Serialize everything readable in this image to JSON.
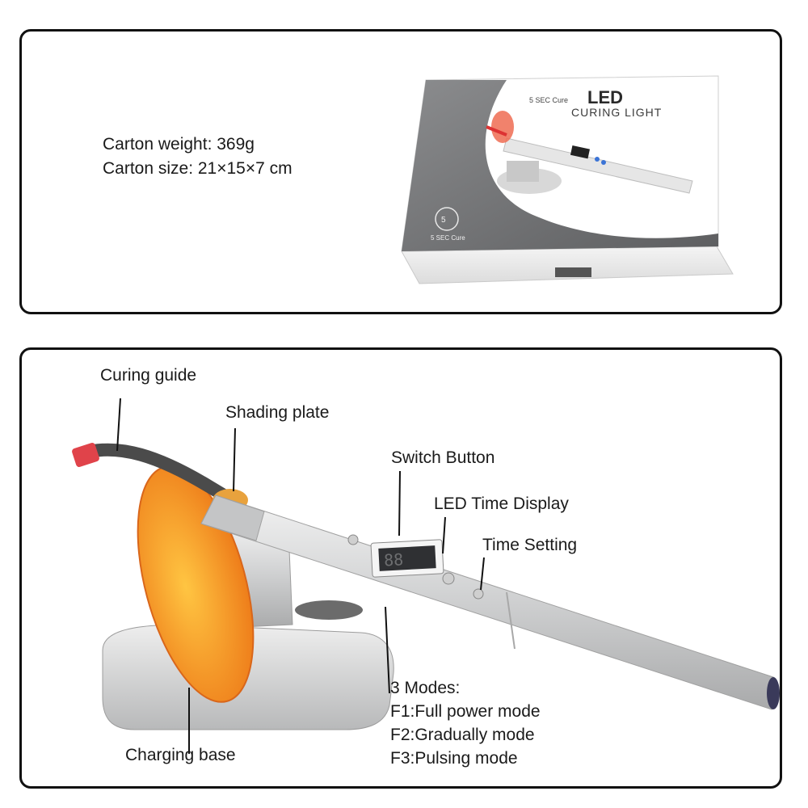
{
  "carton": {
    "weight": "Carton weight: 369g",
    "size": "Carton size: 21×15×7 cm"
  },
  "box_print": {
    "line1_small": "5 SEC Cure",
    "line1_big": "LED",
    "line2": "CURING LIGHT",
    "badge_text": "5 SEC Cure"
  },
  "labels": {
    "curing_guide": "Curing guide",
    "shading_plate": "Shading plate",
    "switch_button": "Switch Button",
    "led_time_display": "LED Time Display",
    "time_setting": "Time Setting",
    "modes_title": "3 Modes:",
    "mode_f1": "F1:Full power mode",
    "mode_f2": "F2:Gradually mode",
    "mode_f3": "F3:Pulsing mode",
    "charging_base": "Charging base"
  },
  "colors": {
    "border": "#111111",
    "shading_plate": "#f28a1e",
    "guide_tip": "#e0434a",
    "body_silver": "#d9dadb"
  }
}
